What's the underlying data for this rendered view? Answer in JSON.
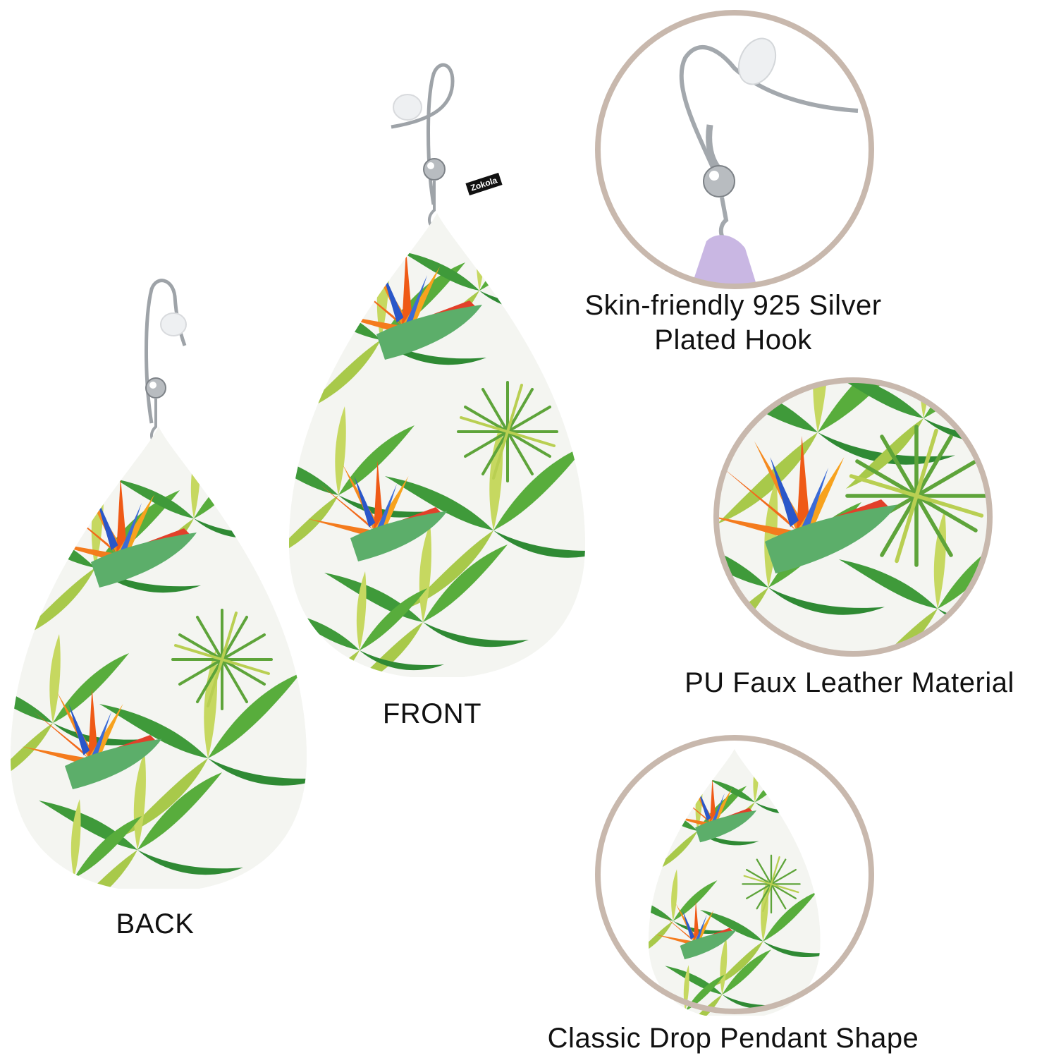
{
  "brand_tag": "Zokola",
  "labels": {
    "front": "FRONT",
    "back": "BACK",
    "hook_line1": "Skin-friendly 925 Silver",
    "hook_line2": "Plated Hook",
    "material": "PU Faux Leather Material",
    "shape": "Classic Drop Pendant Shape"
  },
  "colors": {
    "circle_border": "#c8b8ad",
    "leaf_green": "#3f9a3a",
    "leaf_light": "#a8c94a",
    "flower_orange": "#f26a1b",
    "flower_blue": "#2a57c9",
    "leather_white": "#f4f5f1",
    "hook_silver": "#9ea3a8",
    "backing_lavender": "#c9b7e3"
  },
  "icons": [
    "earring-hook-icon",
    "bird-of-paradise-icon",
    "palm-burst-icon"
  ]
}
